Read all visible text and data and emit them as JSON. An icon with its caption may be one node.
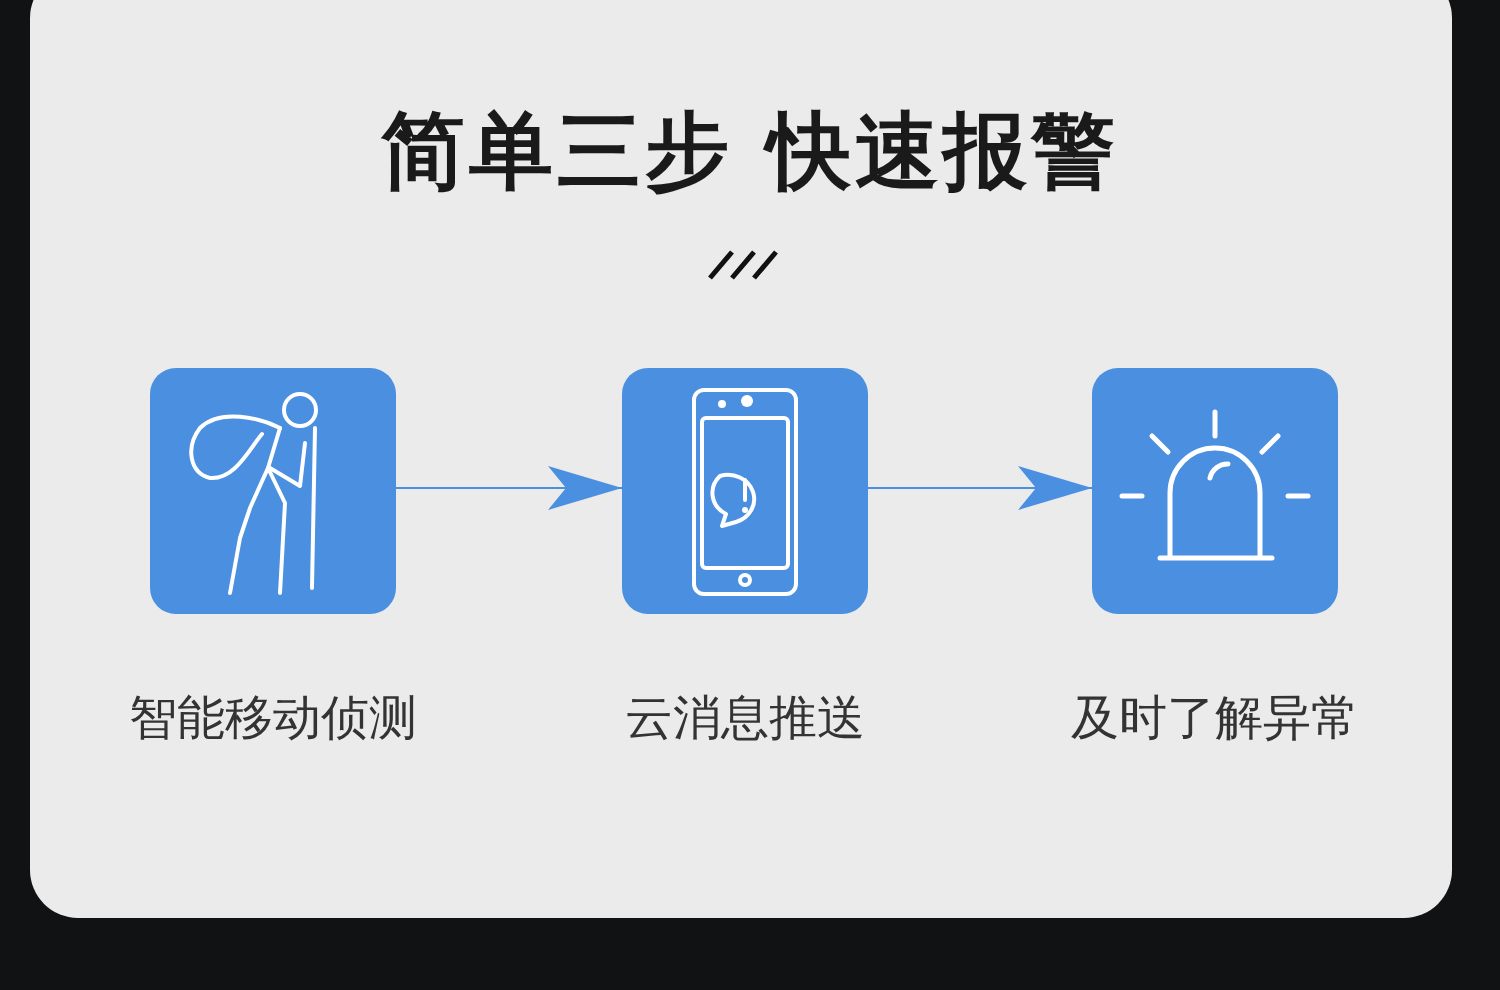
{
  "diagram": {
    "title": "简单三步 快速报警",
    "nodes": [
      {
        "text": [
          "智能移动侦测"
        ]
      },
      {
        "text": [
          "云消息推送"
        ]
      },
      {
        "text": [
          "及时了解异常"
        ]
      }
    ],
    "edges": [
      {
        "from": 0,
        "to": 1,
        "arrow": "to"
      },
      {
        "from": 1,
        "to": 2,
        "arrow": "to"
      }
    ]
  }
}
